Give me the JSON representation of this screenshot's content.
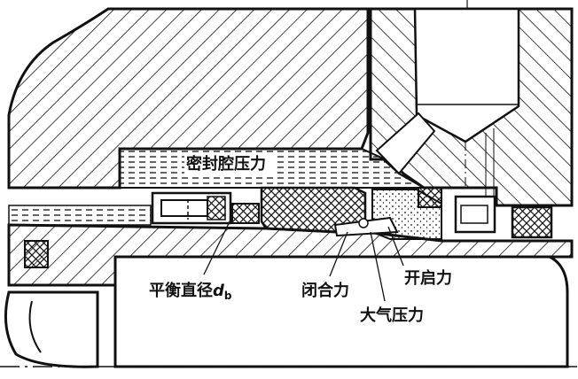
{
  "labels": {
    "seal_chamber_pressure": "密封腔压力",
    "balance_diameter": "平衡直径",
    "balance_diameter_symbol": "d",
    "balance_diameter_subscript": "b",
    "closing_force": "闭合力",
    "opening_force": "开启力",
    "atmospheric_pressure": "大气压力"
  },
  "colors": {
    "ink": "#111111",
    "background": "#ffffff"
  }
}
